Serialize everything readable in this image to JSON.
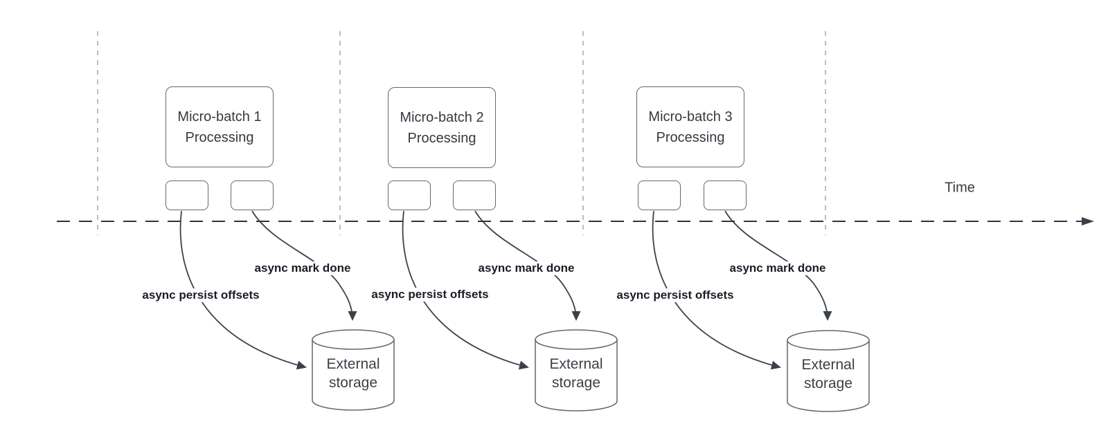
{
  "diagram": {
    "type": "timeline-flow-diagram",
    "time_axis_label": "Time",
    "colors": {
      "background": "#ffffff",
      "shape_stroke": "#63666b",
      "connector_stroke": "#3b4149",
      "axis_stroke": "#2e3338",
      "guide_stroke": "#a9a9a9",
      "label_text": "#181c24",
      "shape_text": "#35393f"
    },
    "batches": [
      {
        "title_line1": "Micro-batch 1",
        "title_line2": "Processing",
        "persist_label": "async persist offsets",
        "done_label": "async mark done",
        "storage_line1": "External",
        "storage_line2": "storage"
      },
      {
        "title_line1": "Micro-batch 2",
        "title_line2": "Processing",
        "persist_label": "async persist offsets",
        "done_label": "async mark done",
        "storage_line1": "External",
        "storage_line2": "storage"
      },
      {
        "title_line1": "Micro-batch 3",
        "title_line2": "Processing",
        "persist_label": "async persist offsets",
        "done_label": "async mark done",
        "storage_line1": "External",
        "storage_line2": "storage"
      }
    ]
  }
}
